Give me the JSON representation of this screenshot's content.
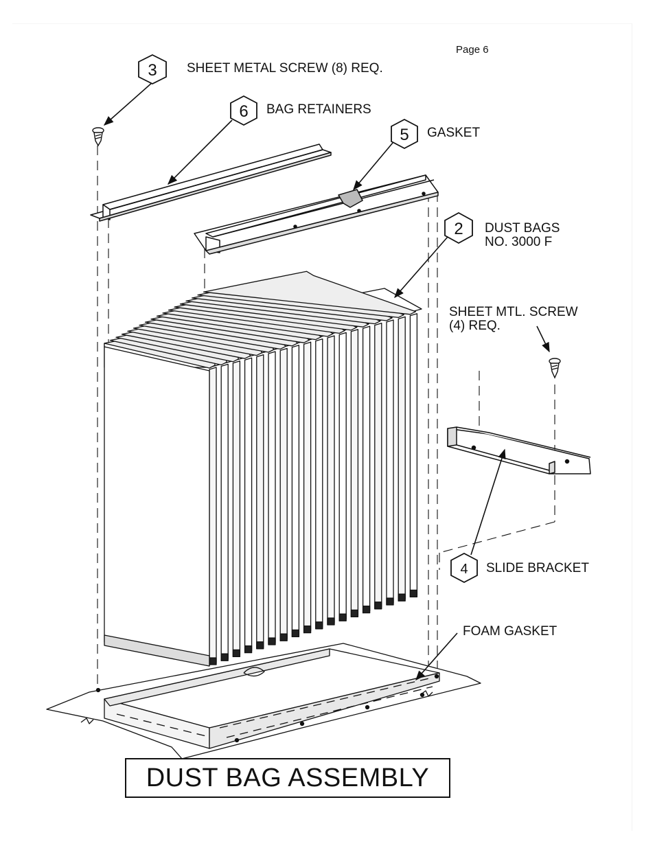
{
  "page_label": "Page 6",
  "title": "DUST BAG ASSEMBLY",
  "callouts": {
    "screw8": {
      "number": "3",
      "text": "SHEET METAL SCREW (8) REQ."
    },
    "retainers": {
      "number": "6",
      "text": "BAG RETAINERS"
    },
    "gasket": {
      "number": "5",
      "text": "GASKET"
    },
    "bags": {
      "number": "2",
      "line1": "DUST BAGS",
      "line2": "NO. 3000 F"
    },
    "screw4": {
      "line1": "SHEET MTL. SCREW",
      "line2": "(4) REQ."
    },
    "bracket": {
      "number": "4",
      "text": "SLIDE BRACKET"
    },
    "foam": {
      "text": "FOAM GASKET"
    }
  }
}
